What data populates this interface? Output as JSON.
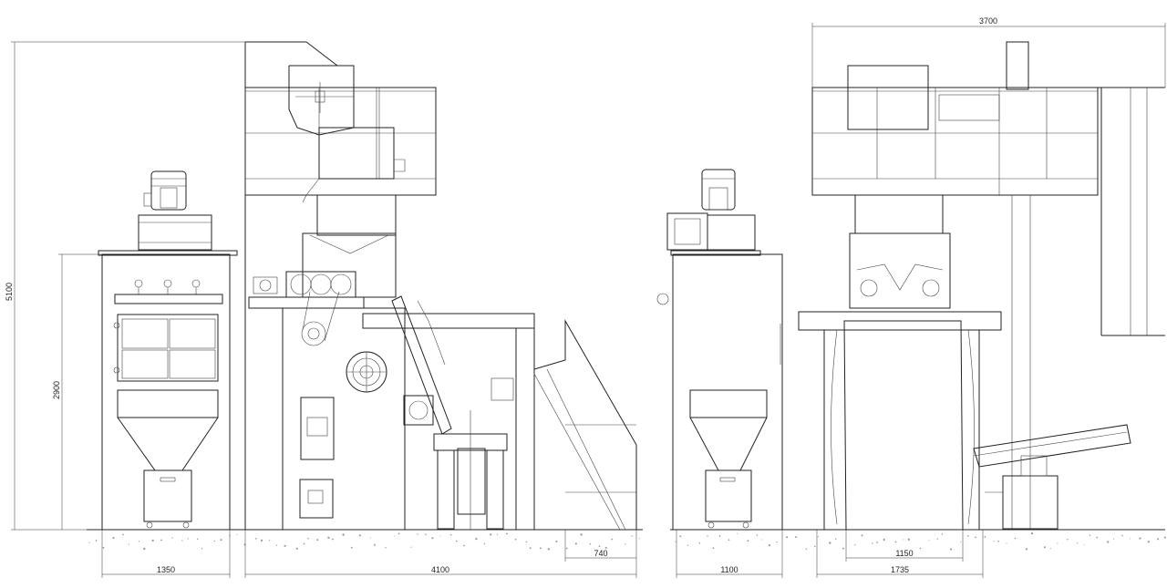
{
  "dimensions": {
    "total_height": "5100",
    "dust_collector_height": "2900",
    "dust_collector_width": "1350",
    "machine_length": "4100",
    "conveyor_extension": "740",
    "side_collector_width": "1100",
    "overall_width": "3700",
    "drum_opening": "1150",
    "machine_width": "1735"
  }
}
